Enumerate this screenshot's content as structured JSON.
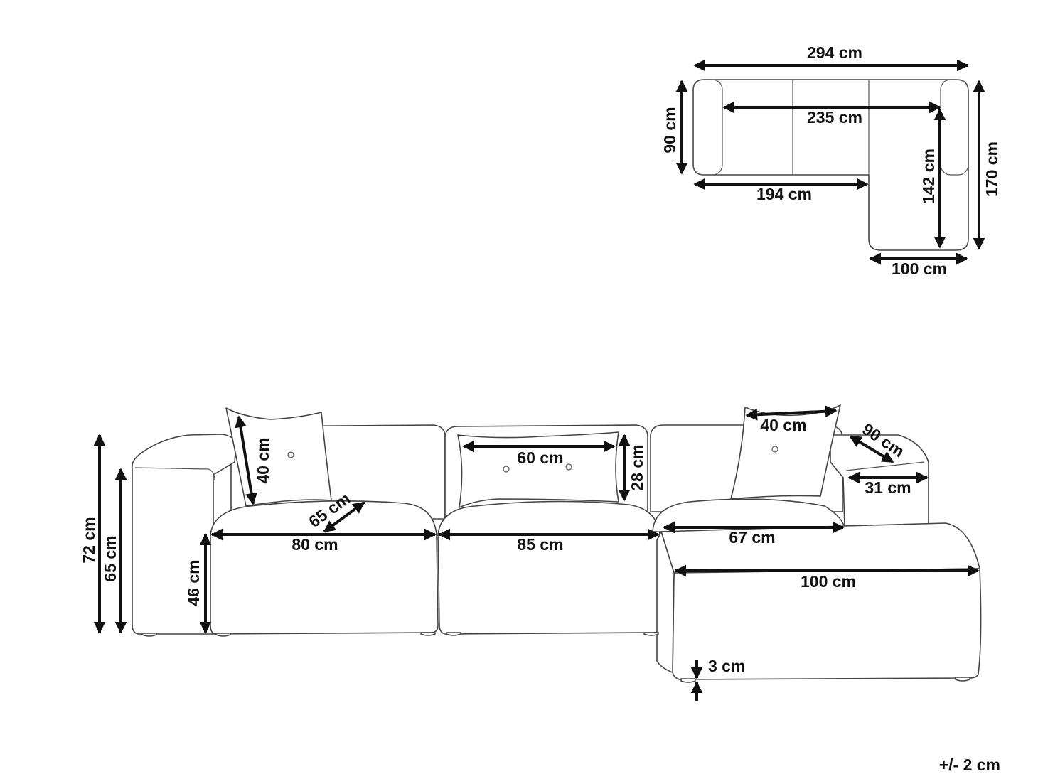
{
  "top_view": {
    "overall_width": "294 cm",
    "seat_width": "235 cm",
    "depth": "90 cm",
    "sofa_section_width": "194 cm",
    "chaise_depth": "142 cm",
    "overall_depth": "170 cm",
    "chaise_width": "100 cm"
  },
  "front_view": {
    "total_height": "72 cm",
    "armrest_height": "65 cm",
    "seat_height": "46 cm",
    "pillow_left_height": "40 cm",
    "seat_depth": "65 cm",
    "module_left_width": "80 cm",
    "module_middle_width": "85 cm",
    "lumbar_pillow_width": "60 cm",
    "lumbar_pillow_height": "28 cm",
    "pillow_right_width": "40 cm",
    "arm_depth": "90 cm",
    "arm_width": "31 cm",
    "corner_seat_width": "67 cm",
    "chaise_front_width": "100 cm",
    "leg_height": "3 cm"
  },
  "tolerance": "+/- 2 cm"
}
